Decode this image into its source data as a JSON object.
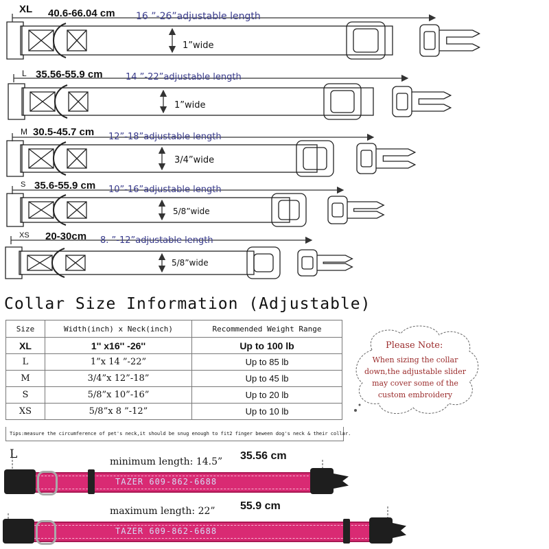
{
  "collar_diagrams": [
    {
      "size": "XL",
      "range_cm": "40.6-66.04 cm",
      "adjustable": "16  ”-26”adjustable length",
      "width": "1”wide"
    },
    {
      "size": "L",
      "range_cm": "35.56-55.9 cm",
      "adjustable": "14  ”-22”adjustable length",
      "width": "1”wide"
    },
    {
      "size": "M",
      "range_cm": "30.5-45.7 cm",
      "adjustable": "12”-18”adjustable length",
      "width": "3/4”wide"
    },
    {
      "size": "S",
      "range_cm": "35.6-55.9 cm",
      "adjustable": "10”-16”adjustable length",
      "width": "5/8”wide"
    },
    {
      "size": "XS",
      "range_cm": "20-30cm",
      "adjustable": "8.  ”-12”adjustable length",
      "width": "5/8”wide"
    }
  ],
  "table": {
    "title": "Collar Size Information (Adjustable)",
    "headers": [
      "Size",
      "Width(inch) x Neck(inch)",
      "Recommended Weight Range"
    ],
    "rows": [
      [
        "XL",
        "1'' x16'' -26''",
        "Up to 100 lb"
      ],
      [
        "L",
        "1”x 14  ”-22”",
        "Up to 85 lb"
      ],
      [
        "M",
        "3/4”x 12”-18”",
        "Up to 45 lb"
      ],
      [
        "S",
        "5/8”x 10”-16”",
        "Up to 20 lb"
      ],
      [
        "XS",
        "5/8”x 8  ”-12”",
        "Up to 10 lb"
      ]
    ],
    "tips": "Tips:measure the circumference of pet's neck,it should be snug enough to fit2 finger beween dog's neck & their collar."
  },
  "note": {
    "heading": "Please Note:",
    "body": "When sizing the collar down,the adjustable slider may cover some of the custom embroidery"
  },
  "photos": {
    "size_label": "L",
    "min_label": "minimum length: 14.5”",
    "min_cm": "35.56 cm",
    "max_label": "maximum length: 22”",
    "max_cm": "55.9 cm",
    "embroidery": "TAZER 609-862-6688"
  },
  "colors": {
    "collar": "#d92a73",
    "collar_dark": "#a71852",
    "buckle": "#1e1e1e",
    "adjustable_text": "#3a3c8c",
    "note_text": "#9a2a2a"
  }
}
